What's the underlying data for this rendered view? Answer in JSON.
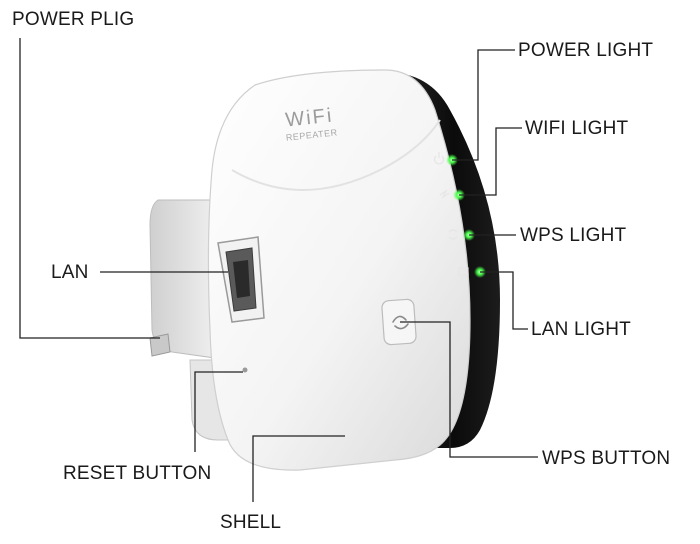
{
  "device": {
    "logo_text": "WiFi",
    "logo_subtext": "REPEATER"
  },
  "callouts": {
    "power_plug": "POWER PLIG",
    "power_light": "POWER LIGHT",
    "wifi_light": "WIFI LIGHT",
    "wps_light": "WPS LIGHT",
    "lan_light": "LAN LIGHT",
    "lan": "LAN",
    "reset_button": "RESET BUTTON",
    "wps_button": "WPS BUTTON",
    "shell": "SHELL"
  },
  "colors": {
    "led": "#4cff4c",
    "shell": "#ffffff",
    "side_panel": "#0e0e0e",
    "label": "#1a1a1a",
    "leader_line": "#222222"
  },
  "icons": [
    "power-symbol-icon",
    "wifi-symbol-icon",
    "wps-symbol-icon",
    "lan-symbol-icon",
    "wps-button-icon"
  ]
}
